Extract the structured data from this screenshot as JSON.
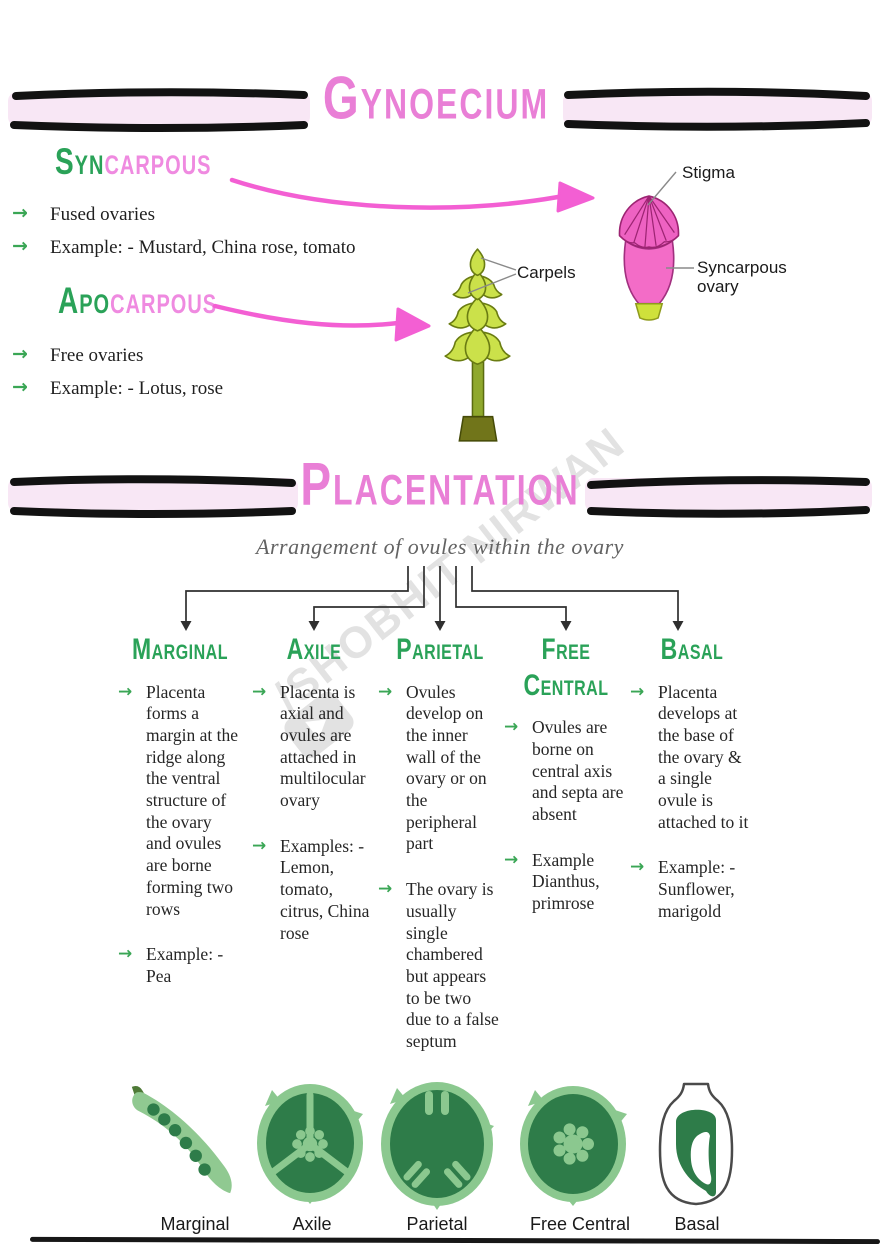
{
  "gynoecium": {
    "title": "Gynoecium",
    "syncarpous": {
      "heading_green": "Syn",
      "heading_pink": "carpous",
      "bullets": [
        "Fused ovaries",
        "Example: - Mustard, China rose, tomato"
      ],
      "stigma_label": "Stigma",
      "ovary_label_line1": "Syncarpous",
      "ovary_label_line2": "ovary"
    },
    "apocarpous": {
      "heading_green": "Apo",
      "heading_pink": "carpous",
      "bullets": [
        "Free ovaries",
        "Example: - Lotus, rose"
      ],
      "carpels_label": "Carpels"
    }
  },
  "placentation": {
    "title": "Placentation",
    "subtitle": "Arrangement of ovules within the ovary",
    "columns": [
      {
        "title": "Marginal",
        "point1": "Placenta forms a margin at the ridge along the ventral structure of the ovary and ovules are borne forming two rows",
        "point2": "Example: - Pea"
      },
      {
        "title": "Axile",
        "point1": "Placenta is axial and ovules are attached in multilocular ovary",
        "point2": "Examples: - Lemon, tomato, citrus, China rose"
      },
      {
        "title": "Parietal",
        "point1": "Ovules develop on the inner wall of the ovary or on the peripheral part",
        "point2": "The ovary is usually single chambered but appears to be two due to a false septum"
      },
      {
        "title": "Free",
        "title2": "Central",
        "point1": "Ovules are borne on central axis and septa are absent",
        "point2": "Example Dianthus, primrose"
      },
      {
        "title": "Basal",
        "point1": "Placenta develops at the base of the ovary & a single ovule is attached to it",
        "point2": "Example: - Sunflower, marigold"
      }
    ],
    "diagram_labels": [
      "Marginal",
      "Axile",
      "Parietal",
      "Free Central",
      "Basal"
    ]
  },
  "watermark": {
    "text": "/SHOBHIT NIRWAN"
  },
  "icons": {
    "bullet_arrow": "→"
  },
  "colors": {
    "accent_pink": "#e97fd6",
    "accent_green": "#2aa258",
    "banner_pink": "#f8e7f5",
    "arrow_magenta": "#f35fd3",
    "diagram_light_green": "#8bc88f",
    "diagram_dark_green": "#2e7c49"
  }
}
